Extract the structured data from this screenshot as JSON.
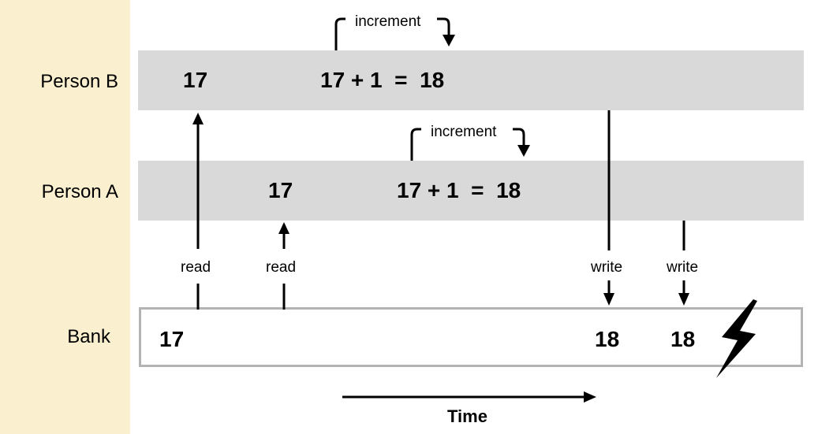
{
  "lanes": {
    "person_b": "Person B",
    "person_a": "Person A",
    "bank": "Bank"
  },
  "person_b": {
    "read_value": "17",
    "expression": "17 + 1  =  18",
    "increment_label": "increment"
  },
  "person_a": {
    "read_value": "17",
    "expression": "17 + 1  =  18",
    "increment_label": "increment"
  },
  "bank": {
    "initial_value": "17",
    "write_value_b": "18",
    "write_value_a": "18"
  },
  "actions": {
    "read_b": "read",
    "read_a": "read",
    "write_b": "write",
    "write_a": "write"
  },
  "time_label": "Time",
  "icons": [
    "lightning-bolt-icon"
  ],
  "colors": {
    "left_panel": "#faf0cf",
    "band": "#d9d9d9",
    "bank_border": "#b3b3b3"
  }
}
